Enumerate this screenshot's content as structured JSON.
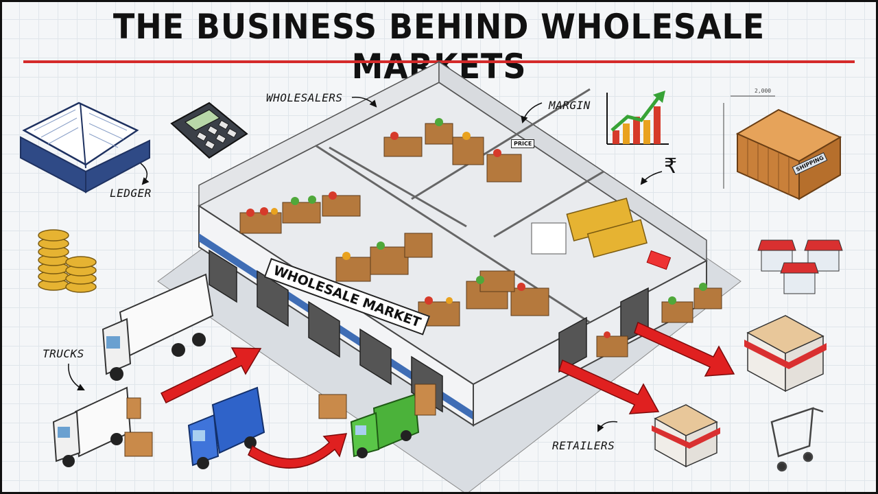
{
  "title": "THE BUSINESS BEHIND WHOLESALE MARKETS",
  "sign": "WHOLESALE MARKET",
  "labels": {
    "wholesalers": "WHOLESALERS",
    "margin": "MARGIN",
    "ledger": "LEDGER",
    "trucks": "TRUCKS",
    "retailers": "RETAILERS",
    "rupee": "₹"
  },
  "box_labels": {
    "price": "PRICE",
    "shipping": "SHIPPING"
  },
  "dimensions": {
    "container_width": "2,000"
  },
  "colors": {
    "title_rule": "#d42a2a",
    "arrow": "#e02020",
    "truck_blue": "#2f63c9",
    "truck_green": "#4bb23a",
    "awning": "#d93030"
  }
}
